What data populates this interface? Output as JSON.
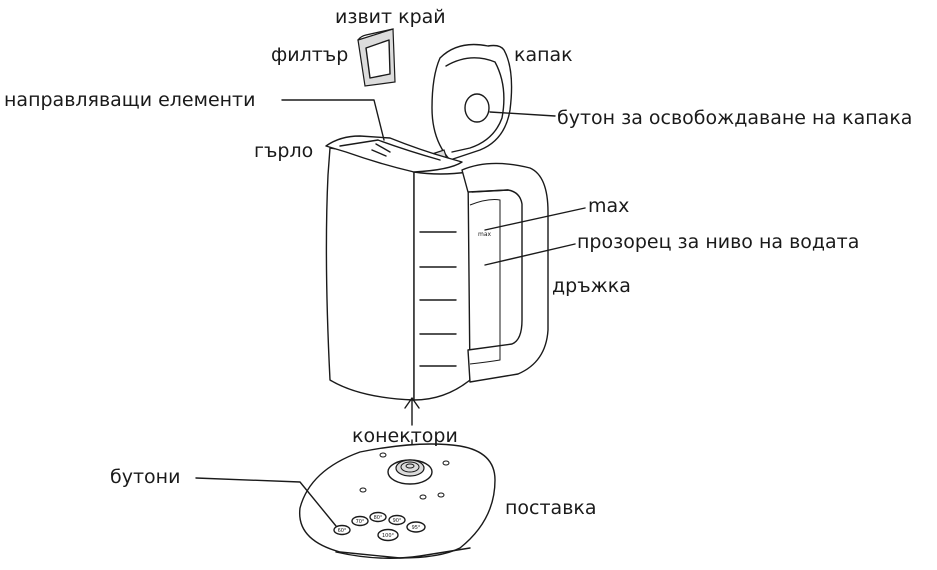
{
  "labels": {
    "curved_edge": "извит край",
    "filter": "филтър",
    "lid": "капак",
    "guide_elements": "направляващи елементи",
    "lid_release_button": "бутон за освобождаване на капака",
    "spout": "гърло",
    "max": "max",
    "water_window": "прозорец за ниво на водата",
    "handle": "дръжка",
    "connectors": "конектори",
    "buttons": "бутони",
    "base": "поставка"
  },
  "window_marking": "max",
  "base_buttons": [
    "60°",
    "70°",
    "80°",
    "90°",
    "95°",
    "100°"
  ]
}
